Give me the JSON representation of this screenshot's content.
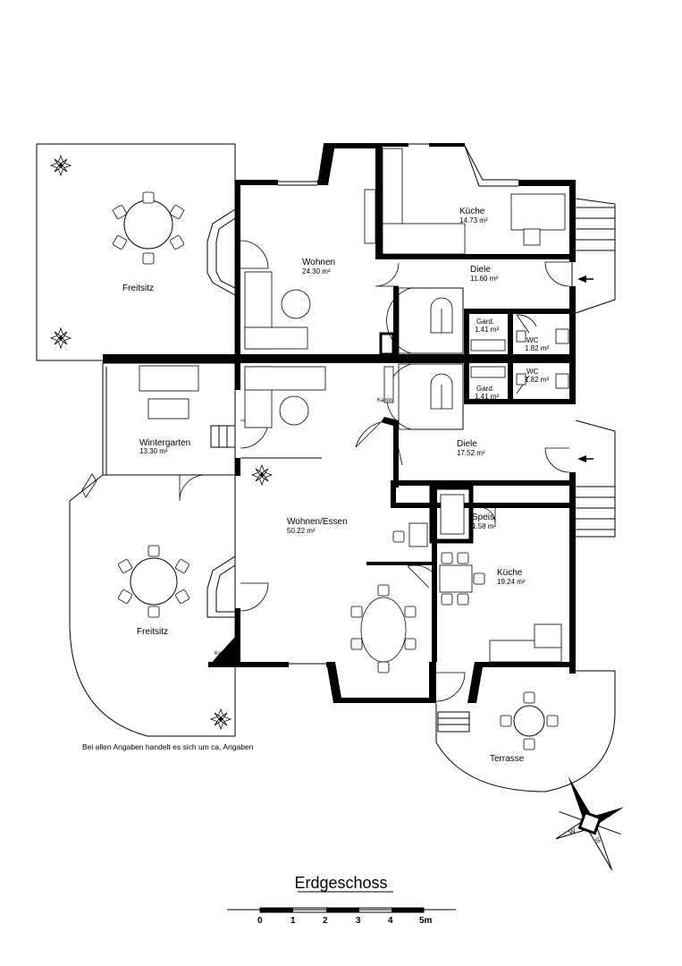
{
  "plan_title": "Erdgeschoss",
  "note": "Bei allen Angaben handelt es sich um ca. Angaben",
  "rooms": {
    "freitsitz_top": {
      "name": "Freitsitz"
    },
    "wohnen": {
      "name": "Wohnen",
      "area": "24.30 m²"
    },
    "kueche_top": {
      "name": "Küche",
      "area": "14.73 m²"
    },
    "diele_top": {
      "name": "Diele",
      "area": "11.60 m²"
    },
    "gard_top": {
      "name": "Gard.",
      "area": "1.41 m²"
    },
    "wc_top": {
      "name": "WC",
      "area": "1.82 m²"
    },
    "gard_bottom": {
      "name": "Gard.",
      "area": "1.41 m²"
    },
    "wc_bottom": {
      "name": "WC",
      "area": "1.82 m²"
    },
    "wintergarten": {
      "name": "Wintergarten",
      "area": "13.30 m²"
    },
    "diele_bottom": {
      "name": "Diele",
      "area": "17.52 m²"
    },
    "wohnen_essen": {
      "name": "Wohnen/Essen",
      "area": "50.22 m²"
    },
    "speis": {
      "name": "Speis",
      "area": "1.58 m²"
    },
    "kueche_bottom": {
      "name": "Küche",
      "area": "19.24 m²"
    },
    "freitsitz_bottom": {
      "name": "Freitsitz"
    },
    "terrasse": {
      "name": "Terrasse"
    }
  },
  "kamin_labels": [
    "Kamin",
    "Kamin"
  ],
  "scale_bar": {
    "ticks": [
      "0",
      "1",
      "2",
      "3",
      "4",
      "5m"
    ]
  },
  "compass": {
    "letters": [
      "W",
      "O",
      "S"
    ]
  }
}
